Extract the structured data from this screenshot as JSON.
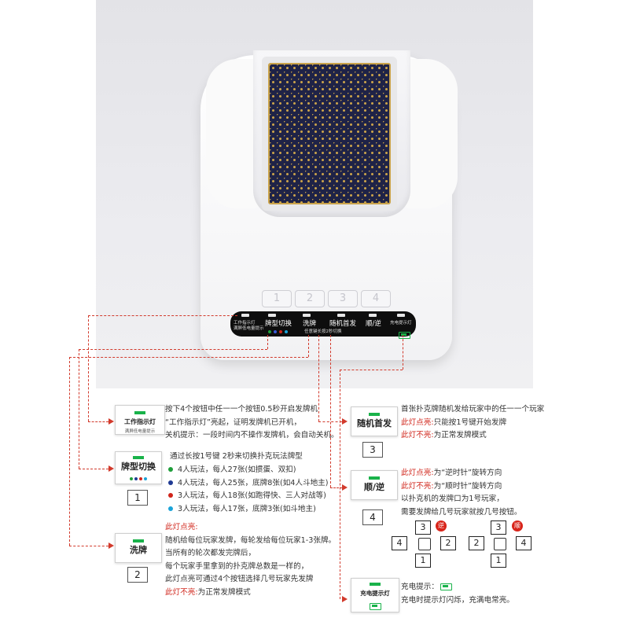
{
  "device": {
    "buttons": [
      "1",
      "2",
      "3",
      "4"
    ],
    "panel": {
      "work_light": "工作指示灯",
      "work_light_sub": "满屏低电量提示",
      "mode_switch": "牌型切换",
      "shuffle": "洗牌",
      "random_first": "随机首发",
      "direction": "顺/逆",
      "charge_light": "充电提示灯",
      "hint": "任意键长按2秒切换"
    }
  },
  "features": {
    "work_light": {
      "box_title": "工作指示灯",
      "box_sub": "满屏低电量提示",
      "lines": [
        "按下4个按钮中任一一个按钮0.5秒开启发牌机",
        "“工作指示灯”亮起，证明发牌机已开机，",
        "关机提示：一段时间内不操作发牌机，会自动关机。"
      ]
    },
    "mode_switch": {
      "box_title": "牌型切换",
      "number": "1",
      "intro": "通过长按1号键 2秒来切换扑克玩法牌型",
      "modes": [
        {
          "color": "#1e9e3a",
          "text": "4人玩法，每人27张(如掼蛋、双扣)"
        },
        {
          "color": "#1f3a93",
          "text": "4人玩法，每人25张，底牌8张(如4人斗地主)"
        },
        {
          "color": "#d0241a",
          "text": "3人玩法，每人18张(如跑得快、三人对战等)"
        },
        {
          "color": "#1aa3d8",
          "text": "3人玩法，每人17张，底牌3张(如斗地主)"
        }
      ]
    },
    "shuffle": {
      "box_title": "洗牌",
      "number": "2",
      "on_label": "此灯点亮:",
      "lines": [
        "随机给每位玩家发牌，每轮发给每位玩家1-3张牌。",
        "当所有的轮次都发完牌后，",
        "每个玩家手里拿到的扑克牌总数是一样的，",
        "此灯点亮可通过4个按钮选择几号玩家先发牌"
      ],
      "off_label": "此灯不亮:",
      "off_text": "为正常发牌模式"
    },
    "random_first": {
      "box_title": "随机首发",
      "number": "3",
      "line1": "首张扑克牌随机发给玩家中的任一一个玩家",
      "on_label": "此灯点亮:",
      "on_text": "只能按1号键开始发牌",
      "off_label": "此灯不亮:",
      "off_text": "为正常发牌模式"
    },
    "direction": {
      "box_title": "顺/逆",
      "number": "4",
      "on_label": "此灯点亮:",
      "on_text": "为“逆时针”旋转方向",
      "off_label": "此灯不亮:",
      "off_text": "为“顺时针”旋转方向",
      "lines": [
        "以扑克机的发牌口为1号玩家，",
        "需要发牌给几号玩家就按几号按钮。"
      ],
      "diagram_left": {
        "top": "3",
        "left": "4",
        "right": "2",
        "bottom": "1",
        "badge": "逆"
      },
      "diagram_right": {
        "top": "3",
        "left": "2",
        "right": "4",
        "bottom": "1",
        "badge": "顺"
      }
    },
    "charge": {
      "box_title": "充电提示灯",
      "label": "充电提示：",
      "text": "充电时提示灯闪烁，充满电常亮。"
    }
  }
}
